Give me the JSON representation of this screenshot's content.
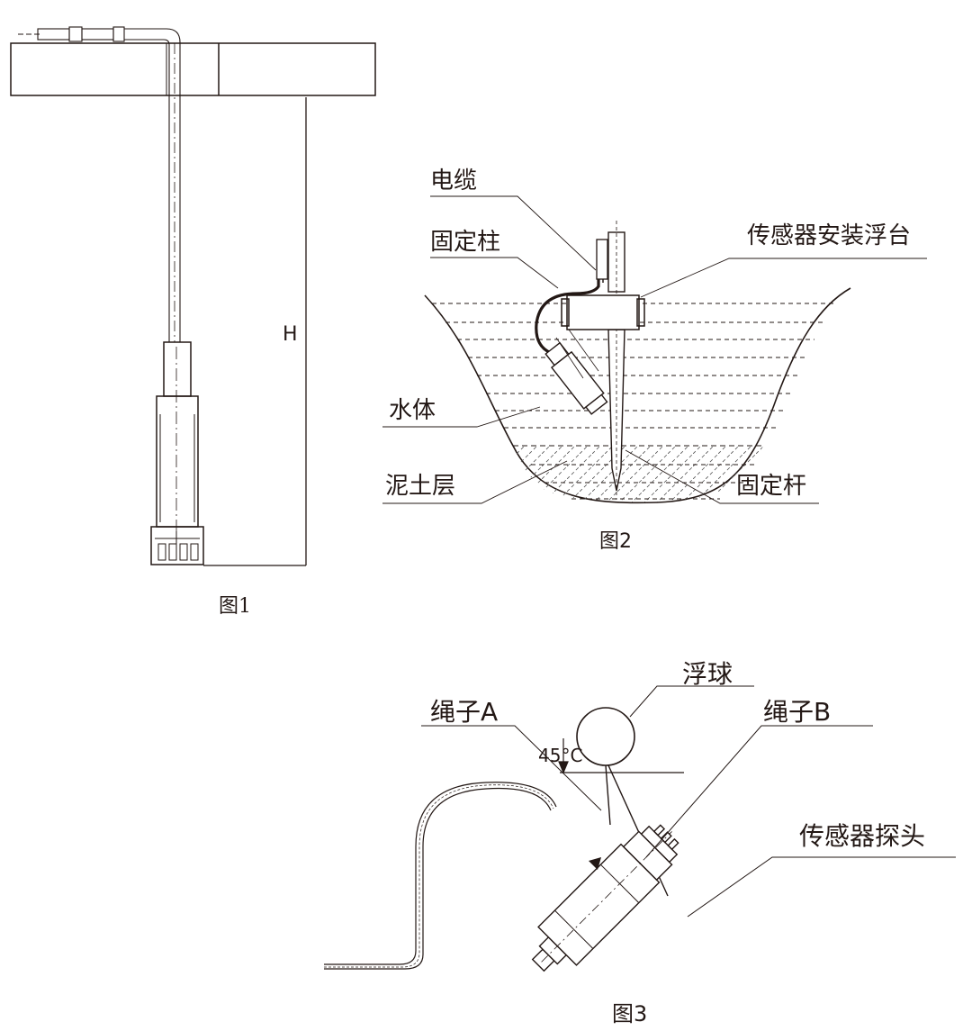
{
  "figure1": {
    "caption": "图1",
    "height_label": "H"
  },
  "figure2": {
    "caption": "图2",
    "labels": {
      "cable": "电缆",
      "fixing_post": "固定柱",
      "float_platform": "传感器安装浮台",
      "water_body": "水体",
      "mud_layer": "泥土层",
      "fixing_rod": "固定杆"
    }
  },
  "figure3": {
    "caption": "图3",
    "labels": {
      "float_ball": "浮球",
      "rope_a": "绳子A",
      "rope_b": "绳子B",
      "sensor_probe": "传感器探头",
      "angle": "45°C"
    }
  }
}
